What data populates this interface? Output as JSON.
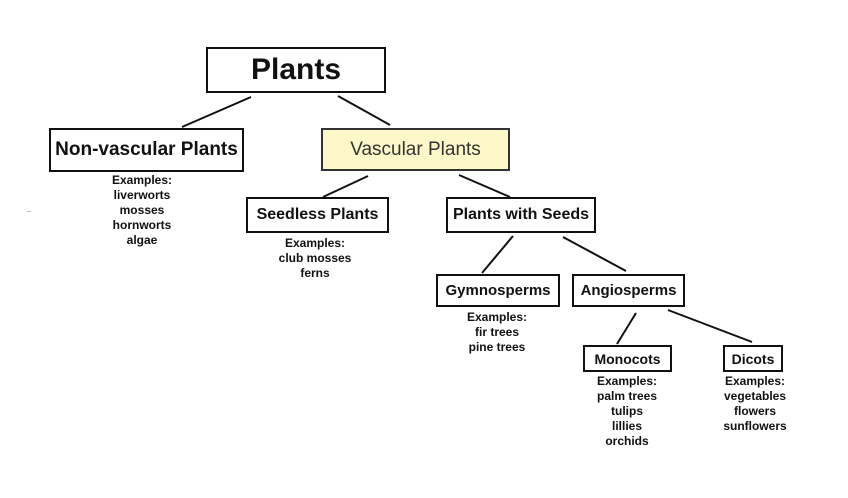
{
  "nodes": {
    "root": {
      "label": "Plants"
    },
    "nonvascular": {
      "label": "Non-vascular Plants",
      "examples_title": "Examples:",
      "examples": [
        "liverworts",
        "mosses",
        "hornworts",
        "algae"
      ]
    },
    "vascular": {
      "label": "Vascular Plants",
      "highlight_color": "#fdf8c9"
    },
    "seedless": {
      "label": "Seedless Plants",
      "examples_title": "Examples:",
      "examples": [
        "club mosses",
        "ferns"
      ]
    },
    "seeds": {
      "label": "Plants with Seeds"
    },
    "gymnosperms": {
      "label": "Gymnosperms",
      "examples_title": "Examples:",
      "examples": [
        "fir trees",
        "pine trees"
      ]
    },
    "angiosperms": {
      "label": "Angiosperms"
    },
    "monocots": {
      "label": "Monocots",
      "examples_title": "Examples:",
      "examples": [
        "palm trees",
        "tulips",
        "lillies",
        "orchids"
      ]
    },
    "dicots": {
      "label": "Dicots",
      "examples_title": "Examples:",
      "examples": [
        "vegetables",
        "flowers",
        "sunflowers"
      ]
    }
  },
  "edges": [
    [
      "root",
      "nonvascular"
    ],
    [
      "root",
      "vascular"
    ],
    [
      "vascular",
      "seedless"
    ],
    [
      "vascular",
      "seeds"
    ],
    [
      "seeds",
      "gymnosperms"
    ],
    [
      "seeds",
      "angiosperms"
    ],
    [
      "angiosperms",
      "monocots"
    ],
    [
      "angiosperms",
      "dicots"
    ]
  ]
}
